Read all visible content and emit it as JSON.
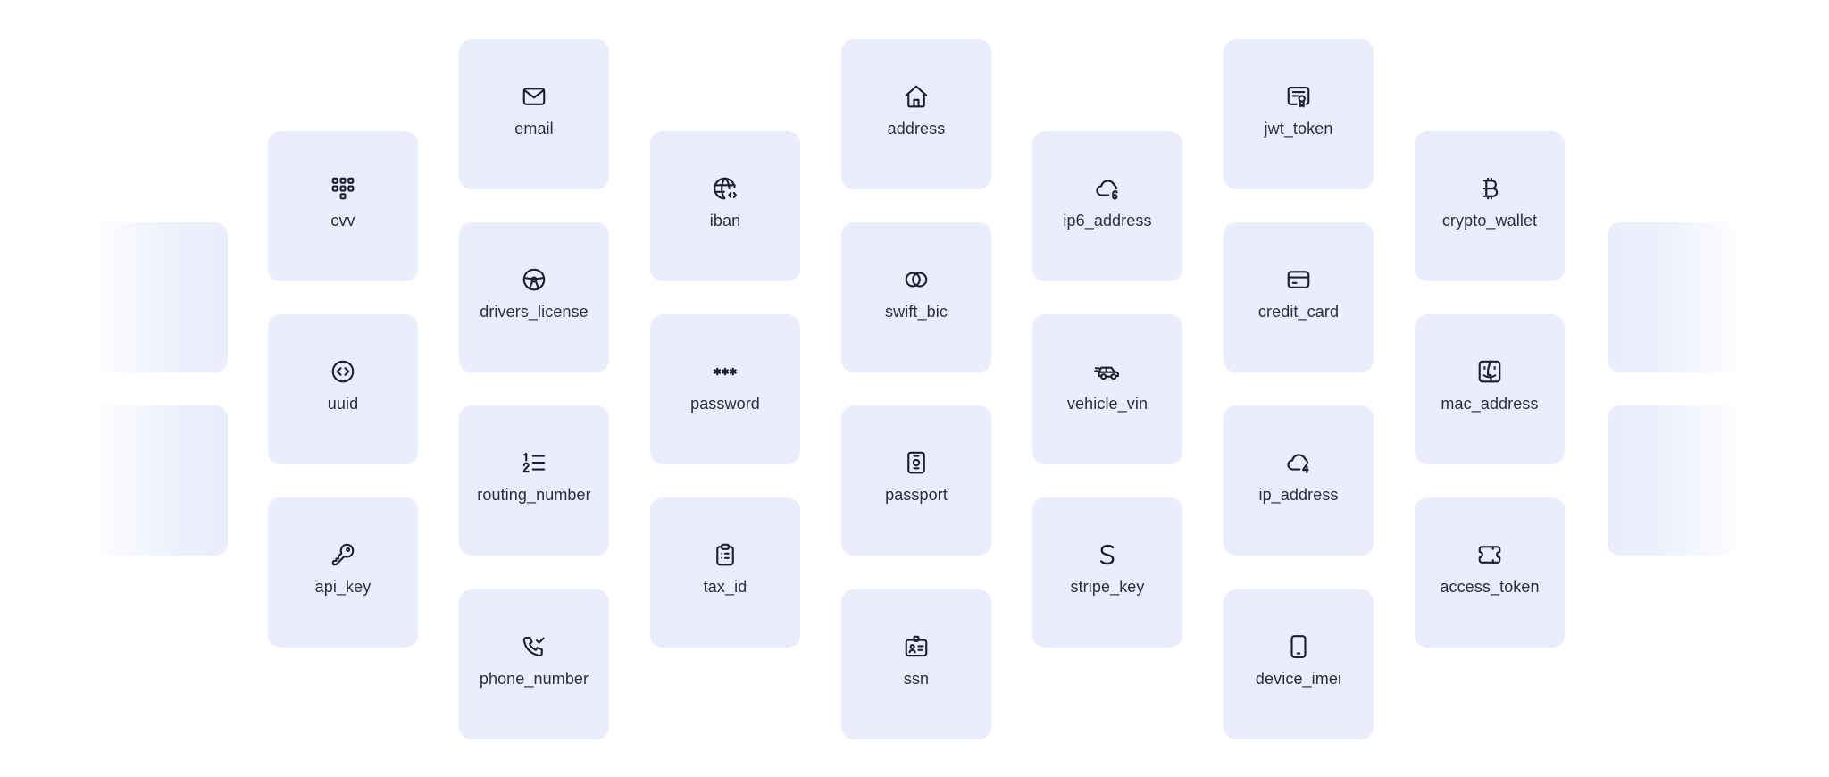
{
  "tiles": {
    "cvv": {
      "label": "cvv",
      "icon": "keypad-icon"
    },
    "uuid": {
      "label": "uuid",
      "icon": "code-circle-icon"
    },
    "api_key": {
      "label": "api_key",
      "icon": "key-icon"
    },
    "email": {
      "label": "email",
      "icon": "envelope-icon"
    },
    "drivers_license": {
      "label": "drivers_license",
      "icon": "steering-wheel-icon"
    },
    "routing_number": {
      "label": "routing_number",
      "icon": "numbered-list-icon"
    },
    "phone_number": {
      "label": "phone_number",
      "icon": "phone-check-icon"
    },
    "iban": {
      "label": "iban",
      "icon": "globe-code-icon"
    },
    "password": {
      "label": "password",
      "icon": "asterisks-icon"
    },
    "tax_id": {
      "label": "tax_id",
      "icon": "clipboard-list-icon"
    },
    "address": {
      "label": "address",
      "icon": "house-icon"
    },
    "swift_bic": {
      "label": "swift_bic",
      "icon": "linked-rings-icon"
    },
    "passport": {
      "label": "passport",
      "icon": "passport-icon"
    },
    "ssn": {
      "label": "ssn",
      "icon": "id-badge-icon"
    },
    "ip6_address": {
      "label": "ip6_address",
      "icon": "cloud-six-icon"
    },
    "vehicle_vin": {
      "label": "vehicle_vin",
      "icon": "fast-car-icon"
    },
    "stripe_key": {
      "label": "stripe_key",
      "icon": "stripe-s-icon"
    },
    "jwt_token": {
      "label": "jwt_token",
      "icon": "certificate-icon"
    },
    "credit_card": {
      "label": "credit_card",
      "icon": "credit-card-icon"
    },
    "ip_address": {
      "label": "ip_address",
      "icon": "cloud-four-icon"
    },
    "device_imei": {
      "label": "device_imei",
      "icon": "smartphone-icon"
    },
    "crypto_wallet": {
      "label": "crypto_wallet",
      "icon": "bitcoin-icon"
    },
    "mac_address": {
      "label": "mac_address",
      "icon": "finder-face-icon"
    },
    "access_token": {
      "label": "access_token",
      "icon": "ticket-icon"
    }
  },
  "colors": {
    "tile_background": "#eaeefc",
    "icon_stroke": "#1d1f2a",
    "label_text": "#2a2d3a",
    "page_background": "#ffffff"
  }
}
